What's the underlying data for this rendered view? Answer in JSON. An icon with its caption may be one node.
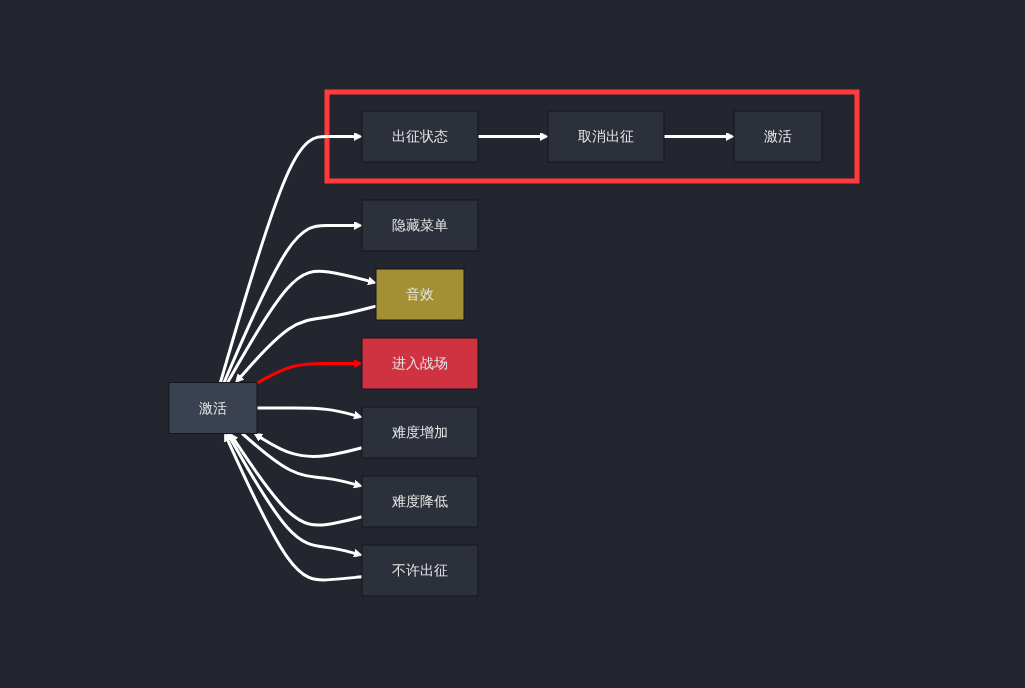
{
  "diagram": {
    "nodes": [
      {
        "text": [
          "激活"
        ]
      },
      {
        "text": [
          "隐藏菜单"
        ]
      },
      {
        "text": [
          "音效"
        ]
      },
      {
        "text": [
          "进入战场"
        ]
      },
      {
        "text": [
          "难度增加"
        ]
      },
      {
        "text": [
          "难度降低"
        ]
      },
      {
        "text": [],
        "shape": "box"
      },
      {
        "text": [
          "出征状态"
        ],
        "in": 6
      },
      {
        "text": [
          "取消出征"
        ],
        "in": 6
      },
      {
        "text": [
          "激活"
        ],
        "in": 6
      },
      {
        "text": [
          "不许出征"
        ]
      }
    ],
    "edges": [
      {
        "from": 0,
        "to": 1,
        "arrow": "to"
      },
      {
        "from": 0,
        "to": 2,
        "arrow": "to"
      },
      {
        "from": 2,
        "to": 0,
        "arrow": "to"
      },
      {
        "from": 0,
        "to": 3,
        "arrow": "to",
        "color": "#ff0000"
      },
      {
        "from": 0,
        "to": 4,
        "arrow": "to"
      },
      {
        "from": 4,
        "to": 0,
        "arrow": "to"
      },
      {
        "from": 0,
        "to": 5,
        "arrow": "to"
      },
      {
        "from": 5,
        "to": 0,
        "arrow": "to"
      },
      {
        "from": 0,
        "to": 7,
        "arrow": "to"
      },
      {
        "from": 7,
        "to": 8,
        "arrow": "to"
      },
      {
        "from": 8,
        "to": 9,
        "arrow": "to"
      },
      {
        "from": 0,
        "to": 10,
        "arrow": "to"
      },
      {
        "from": 10,
        "to": 0,
        "arrow": "to"
      }
    ]
  }
}
